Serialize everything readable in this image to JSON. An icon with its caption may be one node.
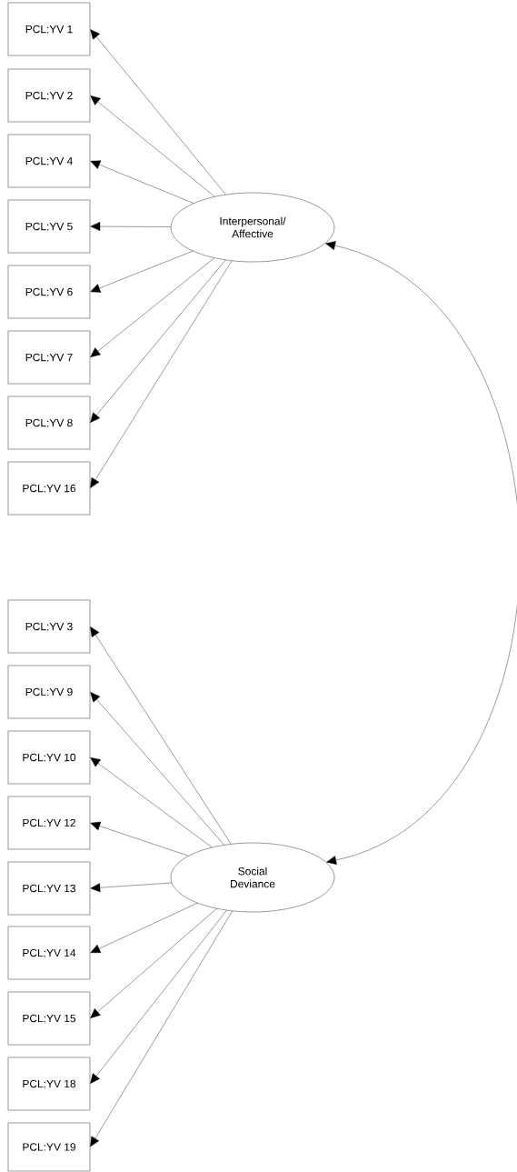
{
  "diagram": {
    "nodes": [
      {
        "text": [
          "PCL:YV 1"
        ]
      },
      {
        "text": [
          "PCL:YV 2"
        ]
      },
      {
        "text": [
          "PCL:YV 4"
        ]
      },
      {
        "text": [
          "PCL:YV 5"
        ]
      },
      {
        "text": [
          "PCL:YV 6"
        ]
      },
      {
        "text": [
          "PCL:YV 7"
        ]
      },
      {
        "text": [
          "PCL:YV 8"
        ]
      },
      {
        "text": [
          "PCL:YV 16"
        ]
      },
      {
        "text": [
          "Interpersonal/ Affective"
        ]
      },
      {
        "text": [
          "PCL:YV 3"
        ]
      },
      {
        "text": [
          "PCL:YV 9"
        ]
      },
      {
        "text": [
          "PCL:YV 10"
        ]
      },
      {
        "text": [
          "PCL:YV 12"
        ]
      },
      {
        "text": [
          "PCL:YV 13"
        ]
      },
      {
        "text": [
          "PCL:YV 14"
        ]
      },
      {
        "text": [
          "PCL:YV 15"
        ]
      },
      {
        "text": [
          "PCL:YV 18"
        ]
      },
      {
        "text": [
          "PCL:YV 19"
        ]
      },
      {
        "text": [
          "Social Deviance"
        ]
      }
    ],
    "edges": [
      {
        "from": 8,
        "to": 0,
        "arrow": "to"
      },
      {
        "from": 8,
        "to": 1,
        "arrow": "to"
      },
      {
        "from": 8,
        "to": 2,
        "arrow": "to"
      },
      {
        "from": 8,
        "to": 3,
        "arrow": "to"
      },
      {
        "from": 8,
        "to": 4,
        "arrow": "to"
      },
      {
        "from": 8,
        "to": 5,
        "arrow": "to"
      },
      {
        "from": 8,
        "to": 6,
        "arrow": "to"
      },
      {
        "from": 8,
        "to": 7,
        "arrow": "to"
      },
      {
        "from": 18,
        "to": 9,
        "arrow": "to"
      },
      {
        "from": 18,
        "to": 10,
        "arrow": "to"
      },
      {
        "from": 18,
        "to": 11,
        "arrow": "to"
      },
      {
        "from": 18,
        "to": 12,
        "arrow": "to"
      },
      {
        "from": 18,
        "to": 13,
        "arrow": "to"
      },
      {
        "from": 18,
        "to": 14,
        "arrow": "to"
      },
      {
        "from": 18,
        "to": 15,
        "arrow": "to"
      },
      {
        "from": 18,
        "to": 16,
        "arrow": "to"
      },
      {
        "from": 18,
        "to": 17,
        "arrow": "to"
      },
      {
        "from": 8,
        "to": 18,
        "arrow": "both"
      }
    ]
  }
}
